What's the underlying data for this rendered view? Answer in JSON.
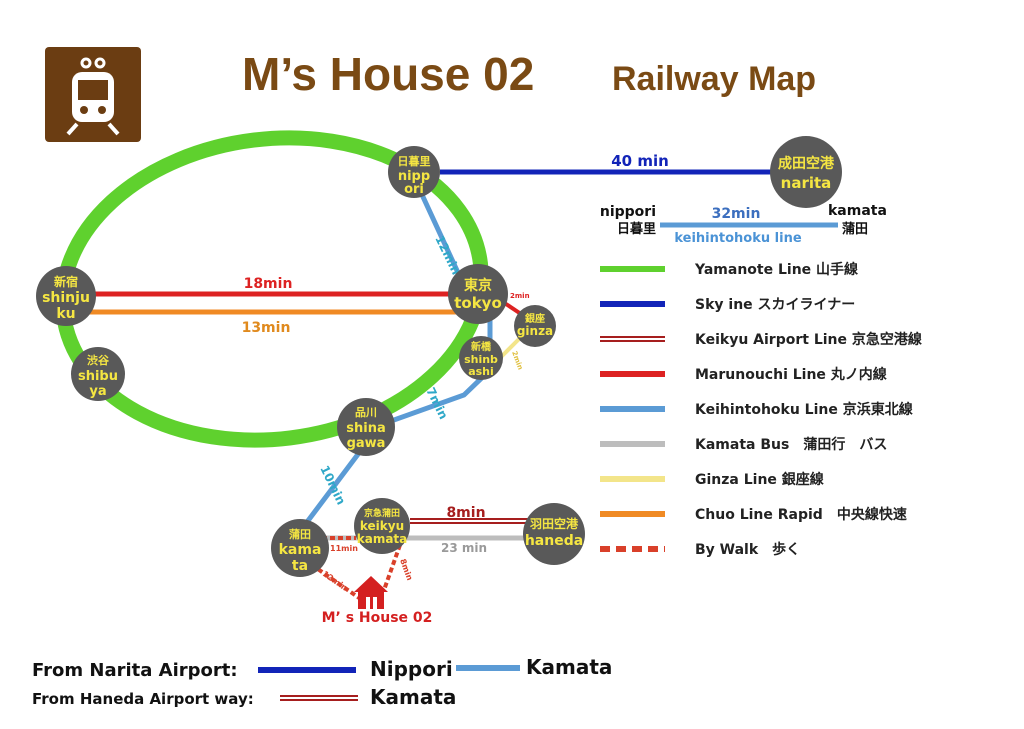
{
  "header": {
    "title": "M’s House 02",
    "subtitle": "Railway  Map"
  },
  "stations": {
    "nippori": {
      "jp": "日暮里",
      "en1": "nipp",
      "en2": "ori"
    },
    "narita": {
      "jp": "成田空港",
      "en1": "narita"
    },
    "shinjuku": {
      "jp": "新宿",
      "en1": "shinju",
      "en2": "ku"
    },
    "tokyo": {
      "jp": "東京",
      "en1": "tokyo"
    },
    "ginza": {
      "jp": "銀座",
      "en1": "ginza"
    },
    "shinbashi": {
      "jp": "新橋",
      "en1": "shinb",
      "en2": "ashi"
    },
    "shibuya": {
      "jp": "渋谷",
      "en1": "shibu",
      "en2": "ya"
    },
    "shinagawa": {
      "jp": "品川",
      "en1": "shina",
      "en2": "gawa"
    },
    "kamata": {
      "jp": "蒲田",
      "en1": "kama",
      "en2": "ta"
    },
    "keikyu_kamata": {
      "jp": "京急蒲田",
      "en1": "keikyu",
      "en2": "kamata"
    },
    "haneda": {
      "jp": "羽田空港",
      "en1": "haneda"
    }
  },
  "house_label": "M’ s House 02",
  "times": {
    "nippori_narita": "40 min",
    "shinjuku_tokyo_red": "18min",
    "shinjuku_tokyo_orange": "13min",
    "nippori_tokyo": "12min",
    "tokyo_ginza": "2min",
    "shinbashi_ginza": "2min",
    "tokyo_shinagawa": "7min",
    "shinagawa_kamata": "10min",
    "keikyu_haneda_rail": "8min",
    "keikyu_haneda_bus": "23 min",
    "kamata_walk": "11min",
    "kamata_house": "12min",
    "keikyu_house": "8min"
  },
  "keihin_sample": {
    "left_en": "nippori",
    "left_jp": "日暮里",
    "time": "32min",
    "right_en": "kamata",
    "right_jp": "蒲田",
    "line_name": "keihintohoku line"
  },
  "legend": [
    {
      "label": "Yamanote Line 山手線",
      "color": "#5fd12e",
      "style": "solid"
    },
    {
      "label": "Sky ine スカイライナー",
      "color": "#1224b8",
      "style": "solid"
    },
    {
      "label": "Keikyu Airport Line 京急空港線",
      "color": "#a61e1e",
      "style": "double"
    },
    {
      "label": "Marunouchi Line 丸ノ内線",
      "color": "#dd2222",
      "style": "solid"
    },
    {
      "label": "Keihintohoku Line 京浜東北線",
      "color": "#5b9bd5",
      "style": "solid"
    },
    {
      "label": "Kamata Bus　蒲田行　バス",
      "color": "#bdbdbd",
      "style": "solid"
    },
    {
      "label": "Ginza Line 銀座線",
      "color": "#f3e58a",
      "style": "solid"
    },
    {
      "label": "Chuo Line Rapid　中央線快速",
      "color": "#f08a24",
      "style": "solid"
    },
    {
      "label": "By Walk　歩く",
      "color": "#d9402a",
      "style": "dashed"
    }
  ],
  "footer": {
    "narita_label": "From Narita Airport:",
    "narita_via": "Nippori",
    "narita_dest": "Kamata",
    "haneda_label": "From Haneda Airport way:",
    "haneda_dest": "Kamata"
  },
  "colors": {
    "brand_brown": "#7a4a14",
    "station_fill": "#595959",
    "station_text": "#f5e642",
    "house_red": "#d42020"
  }
}
